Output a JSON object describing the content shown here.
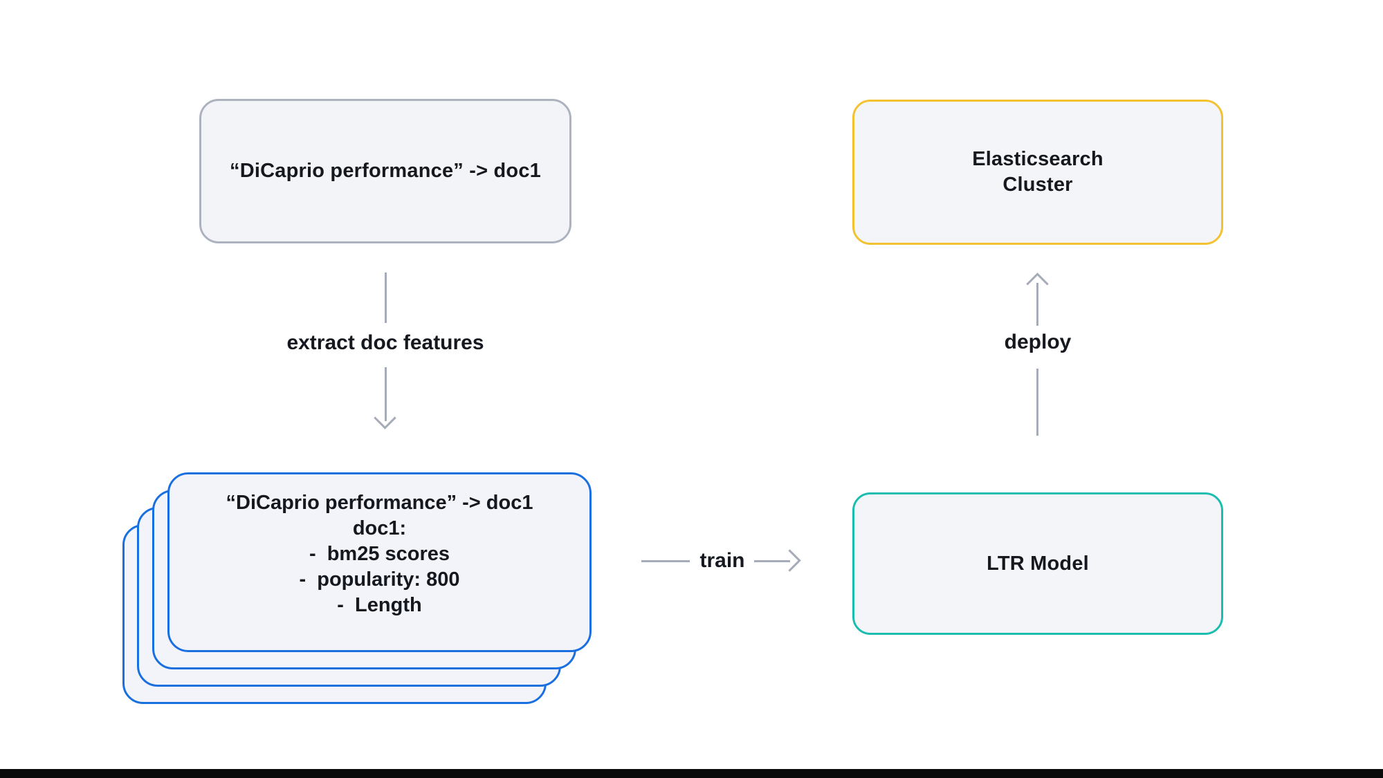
{
  "diagram": {
    "background": "#ffffff",
    "letterbox_color": "#0a0a0a",
    "text_color": "#15181e",
    "arrow_color": "#a6abb8",
    "query_box": {
      "label": "“DiCaprio performance” -> doc1",
      "border_color": "#adb2bf",
      "fill_color": "#f3f4f8"
    },
    "extract_edge": {
      "label": "extract doc features"
    },
    "doc_card": {
      "lines": [
        "“DiCaprio performance” -> doc1",
        "doc1:",
        "-  bm25 scores",
        "-  popularity: 800",
        "-  Length"
      ],
      "stack_count": 4,
      "border_color": "#1a6fe0",
      "fill_color": "#f2f4fa"
    },
    "train_edge": {
      "label": "train"
    },
    "ltr_box": {
      "label": "LTR Model",
      "border_color": "#1abdb0",
      "fill_color": "#f3f5f8"
    },
    "deploy_edge": {
      "label": "deploy"
    },
    "elasticsearch_box": {
      "label_line1": "Elasticsearch",
      "label_line2": "Cluster",
      "border_color": "#f2c230",
      "fill_color": "#f3f5f8"
    }
  }
}
